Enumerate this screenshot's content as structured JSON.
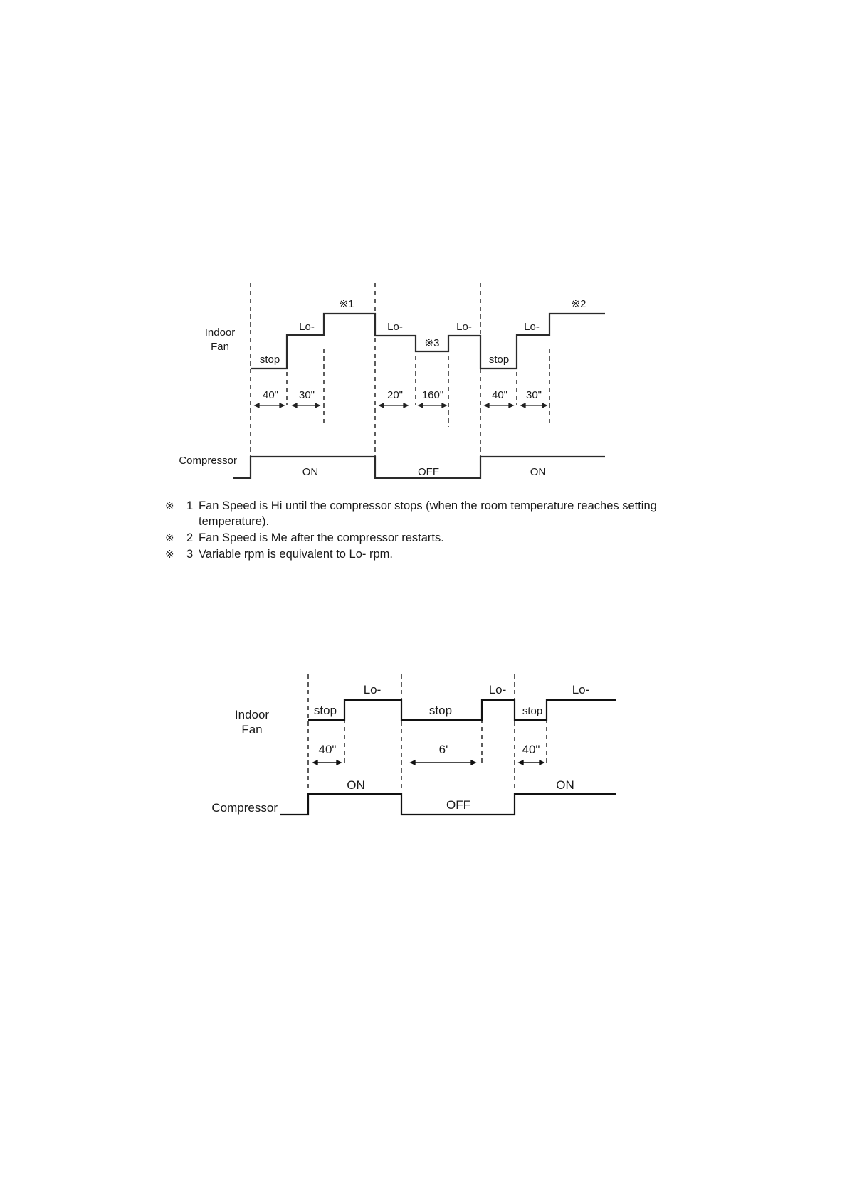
{
  "diagram1": {
    "indoor_fan_label": [
      "Indoor",
      "Fan"
    ],
    "compressor_label": "Compressor",
    "fan_labels": [
      "stop",
      "Lo-",
      "Lo-",
      "Lo-",
      "stop",
      "Lo-"
    ],
    "marks": [
      "※1",
      "※3",
      "※2"
    ],
    "durations": [
      "40\"",
      "30\"",
      "20\"",
      "160\"",
      "40\"",
      "30\""
    ],
    "compressor_states": [
      "ON",
      "OFF",
      "ON"
    ]
  },
  "notes": [
    {
      "mark": "※",
      "number": "1",
      "text": "Fan Speed is Hi until the compressor stops (when the room temperature reaches setting temperature)."
    },
    {
      "mark": "※",
      "number": "2",
      "text": "Fan Speed is Me after the compressor restarts."
    },
    {
      "mark": "※",
      "number": "3",
      "text": "Variable rpm is equivalent to Lo- rpm."
    }
  ],
  "diagram2": {
    "indoor_fan_label": [
      "Indoor",
      "Fan"
    ],
    "compressor_label": "Compressor",
    "fan_labels": [
      "stop",
      "Lo-",
      "stop",
      "Lo-",
      "stop",
      "Lo-"
    ],
    "durations": [
      "40\"",
      "6'",
      "40\""
    ],
    "compressor_states": [
      "ON",
      "OFF",
      "ON"
    ]
  }
}
